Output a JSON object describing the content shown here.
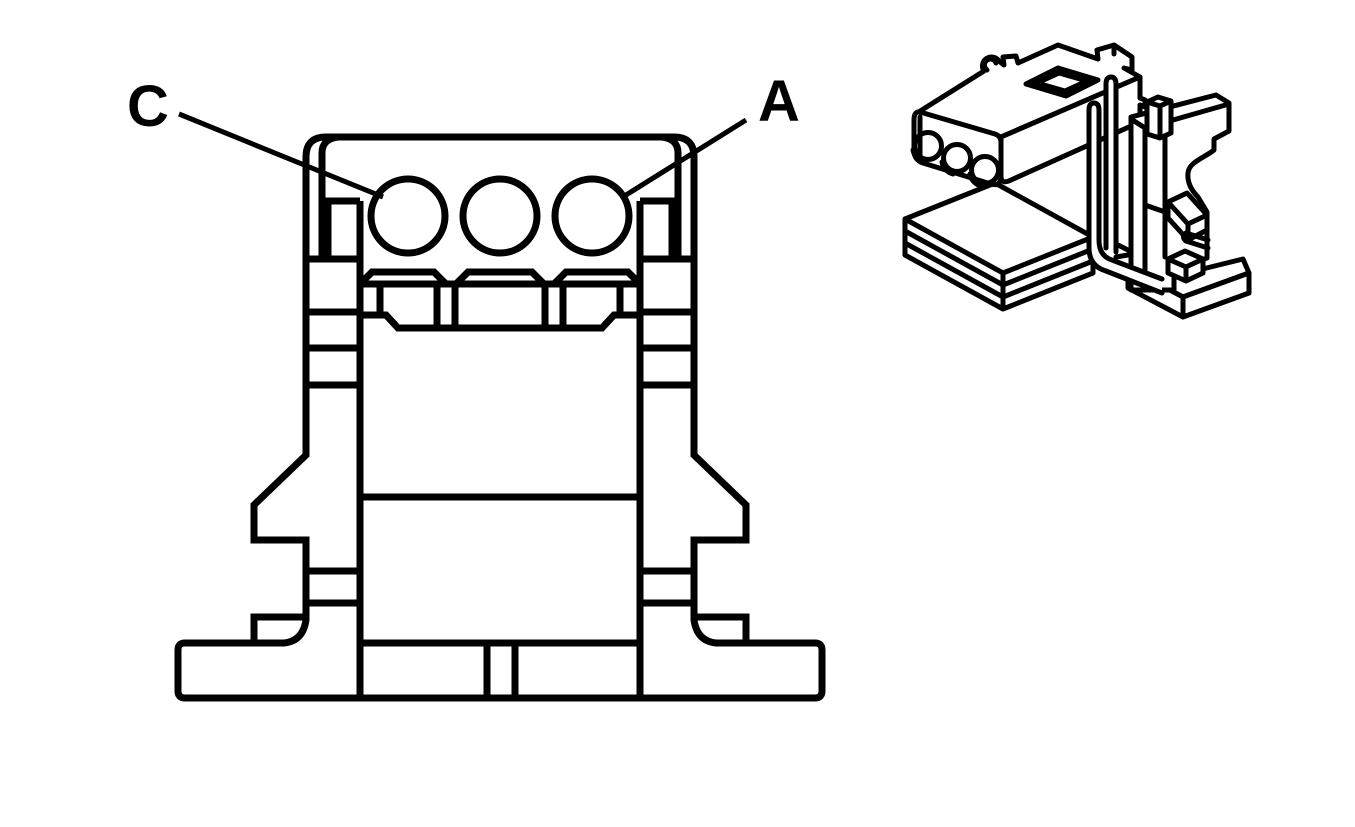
{
  "figure": {
    "background_color": "#ffffff",
    "line_color": "#000000",
    "description": "Technical line drawing of a 3-cavity electrical connector: front view with callouts and isometric view with mounting bracket",
    "callouts": [
      {
        "label": "C",
        "target": "left-terminal-cavity"
      },
      {
        "label": "A",
        "target": "right-terminal-cavity"
      }
    ],
    "front_view": {
      "terminal_cavity_count": 3
    },
    "isometric_view": {
      "shows": "connector housing on mounting bracket"
    }
  }
}
